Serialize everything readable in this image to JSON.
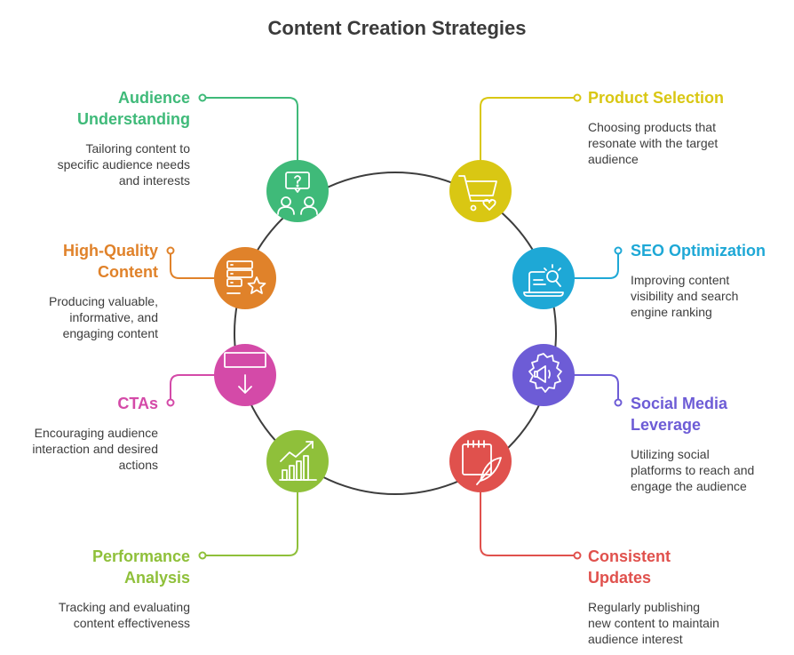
{
  "title": "Content Creation Strategies",
  "colors": {
    "ring": "#3d3d3d",
    "audience": "#3fba79",
    "product": "#d9c713",
    "quality": "#e0822a",
    "seo": "#1ea8d6",
    "ctas": "#d44aa8",
    "social": "#6d5cd6",
    "performance": "#8fc03a",
    "updates": "#e0514d"
  },
  "items": {
    "audience": {
      "title_lines": [
        "Audience",
        "Understanding"
      ],
      "desc_lines": [
        "Tailoring content to",
        "specific audience needs",
        "and interests"
      ],
      "icon": "audience-question-icon"
    },
    "product": {
      "title_lines": [
        "Product Selection"
      ],
      "desc_lines": [
        "Choosing products that",
        "resonate with the target",
        "audience"
      ],
      "icon": "cart-heart-icon"
    },
    "quality": {
      "title_lines": [
        "High-Quality",
        "Content"
      ],
      "desc_lines": [
        "Producing valuable,",
        "informative, and",
        "engaging content"
      ],
      "icon": "list-star-icon"
    },
    "seo": {
      "title_lines": [
        "SEO Optimization"
      ],
      "desc_lines": [
        "Improving content",
        "visibility and search",
        "engine ranking"
      ],
      "icon": "laptop-search-icon"
    },
    "ctas": {
      "title_lines": [
        "CTAs"
      ],
      "desc_lines": [
        "Encouraging audience",
        "interaction and desired",
        "actions"
      ],
      "icon": "banner-arrow-icon"
    },
    "social": {
      "title_lines": [
        "Social Media",
        "Leverage"
      ],
      "desc_lines": [
        "Utilizing social",
        "platforms to reach and",
        "engage the audience"
      ],
      "icon": "megaphone-gear-icon"
    },
    "performance": {
      "title_lines": [
        "Performance",
        "Analysis"
      ],
      "desc_lines": [
        "Tracking and evaluating",
        "content effectiveness"
      ],
      "icon": "bar-chart-trend-icon"
    },
    "updates": {
      "title_lines": [
        "Consistent",
        "Updates"
      ],
      "desc_lines": [
        "Regularly publishing",
        "new content to maintain",
        "audience interest"
      ],
      "icon": "notepad-quill-icon"
    }
  }
}
